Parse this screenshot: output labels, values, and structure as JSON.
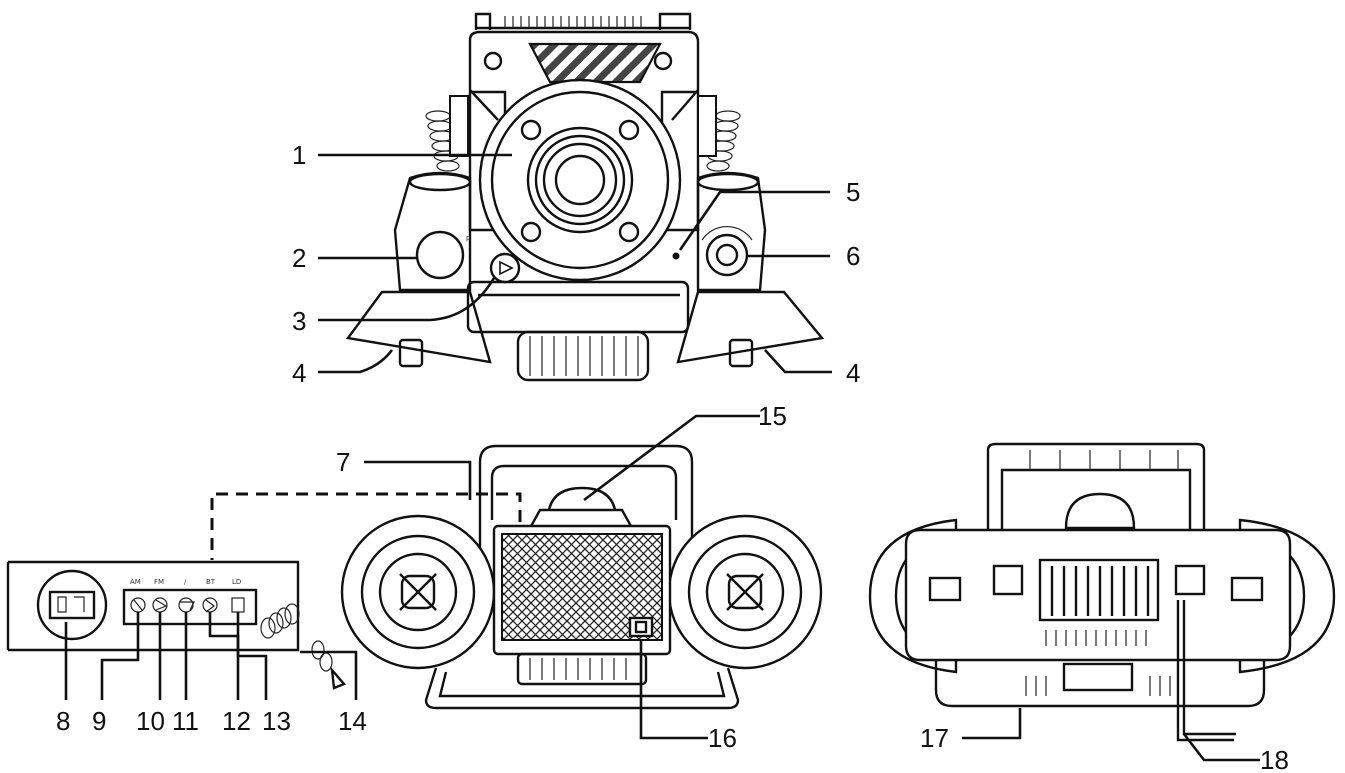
{
  "callouts": [
    {
      "id": "1",
      "text": "1"
    },
    {
      "id": "2",
      "text": "2"
    },
    {
      "id": "3",
      "text": "3"
    },
    {
      "id": "4a",
      "text": "4"
    },
    {
      "id": "4b",
      "text": "4"
    },
    {
      "id": "5",
      "text": "5"
    },
    {
      "id": "6",
      "text": "6"
    },
    {
      "id": "7",
      "text": "7"
    },
    {
      "id": "8",
      "text": "8"
    },
    {
      "id": "9",
      "text": "9"
    },
    {
      "id": "10",
      "text": "10"
    },
    {
      "id": "11",
      "text": "11"
    },
    {
      "id": "12",
      "text": "12"
    },
    {
      "id": "13",
      "text": "13"
    },
    {
      "id": "14",
      "text": "14"
    },
    {
      "id": "15",
      "text": "15"
    },
    {
      "id": "16",
      "text": "16"
    },
    {
      "id": "17",
      "text": "17"
    },
    {
      "id": "18",
      "text": "18"
    }
  ]
}
